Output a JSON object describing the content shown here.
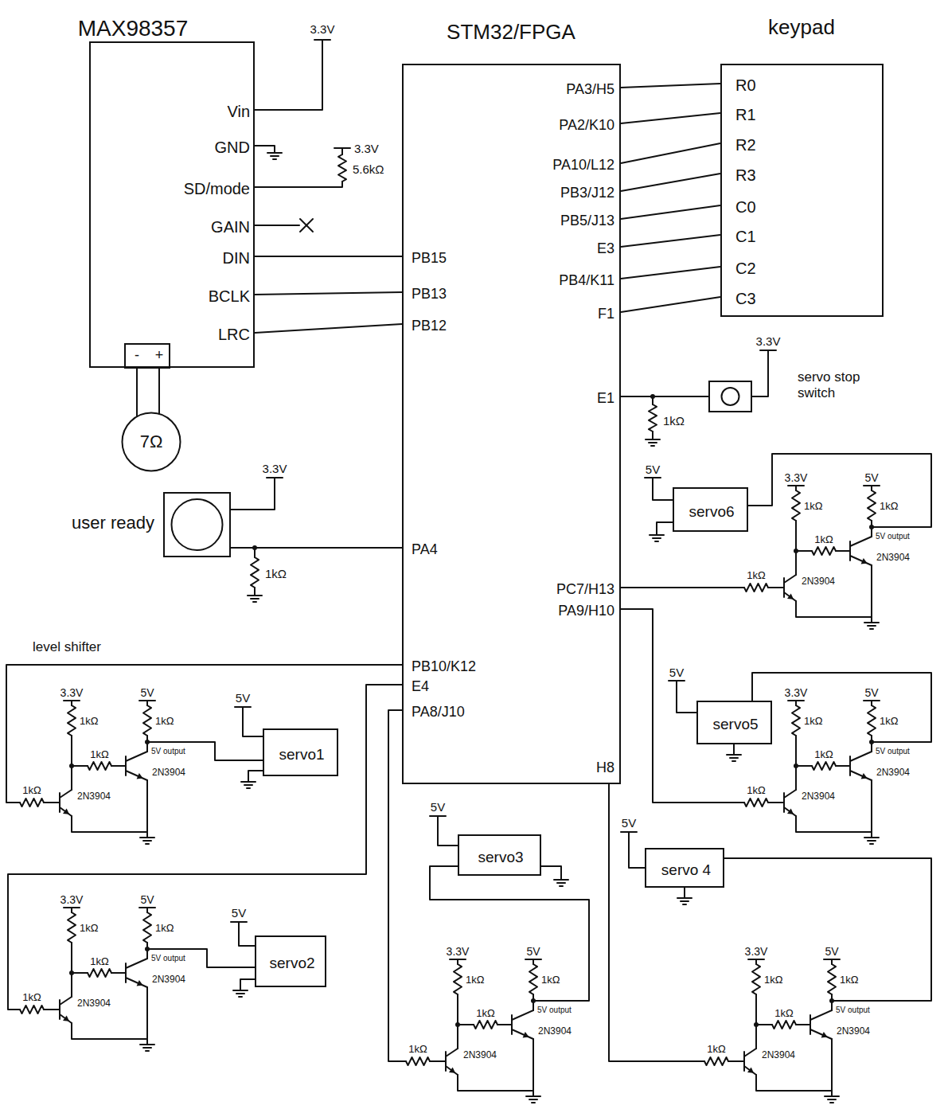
{
  "diagram": {
    "nodes": [
      {
        "text": [
          "MAX98357",
          "Vin",
          "GND",
          "SD/mode",
          "GAIN",
          "DIN",
          "BCLK",
          "LRC"
        ]
      },
      {
        "text": [
          "STM32/FPGA",
          "PA3/H5",
          "PA2/K10",
          "PA10/L12",
          "PB3/J12",
          "PB5/J13",
          "E3",
          "PB4/K11",
          "F1",
          "PB15",
          "PB13",
          "PB12",
          "E1",
          "PA4",
          "PC7/H13",
          "PA9/H10",
          "PB10/K12",
          "E4",
          "PA8/J10",
          "H8"
        ]
      },
      {
        "text": [
          "keypad",
          "R0",
          "R1",
          "R2",
          "R3",
          "C0",
          "C1",
          "C2",
          "C3"
        ]
      },
      {
        "text": [
          "7Ω"
        ]
      },
      {
        "text": [
          "servo stop switch"
        ]
      },
      {
        "text": [
          "servo6"
        ]
      },
      {
        "text": [
          "user ready"
        ]
      },
      {
        "text": [
          "servo5"
        ]
      },
      {
        "text": [
          "servo1"
        ]
      },
      {
        "text": [
          "servo3"
        ]
      },
      {
        "text": [
          "servo 4"
        ]
      },
      {
        "text": [
          "servo2"
        ]
      }
    ],
    "edges": [
      {
        "from": 0,
        "to": 1,
        "arrow": "none"
      },
      {
        "from": 0,
        "to": 1,
        "arrow": "none"
      },
      {
        "from": 0,
        "to": 1,
        "arrow": "none"
      },
      {
        "from": 1,
        "to": 2,
        "arrow": "none"
      },
      {
        "from": 1,
        "to": 2,
        "arrow": "none"
      },
      {
        "from": 1,
        "to": 2,
        "arrow": "none"
      },
      {
        "from": 1,
        "to": 2,
        "arrow": "none"
      },
      {
        "from": 1,
        "to": 2,
        "arrow": "none"
      },
      {
        "from": 1,
        "to": 2,
        "arrow": "none"
      },
      {
        "from": 1,
        "to": 2,
        "arrow": "none"
      },
      {
        "from": 1,
        "to": 2,
        "arrow": "none"
      },
      {
        "from": 0,
        "to": 3,
        "arrow": "none"
      },
      {
        "from": 6,
        "to": 1,
        "arrow": "none"
      },
      {
        "from": 1,
        "to": 4,
        "arrow": "none"
      }
    ],
    "labels": [
      "3.3V",
      "3.3V",
      "5.6kΩ",
      "-",
      "+",
      "3.3V",
      "1kΩ",
      "level shifter",
      "3.3V",
      "1kΩ",
      "5V",
      "5V",
      "5V",
      "5V",
      "5V",
      "5V",
      "3.3V",
      "5V",
      "1kΩ",
      "1kΩ",
      "1kΩ",
      "5V output",
      "2N3904",
      "1kΩ",
      "2N3904",
      "3.3V",
      "5V",
      "1kΩ",
      "1kΩ",
      "1kΩ",
      "5V output",
      "2N3904",
      "1kΩ",
      "2N3904",
      "3.3V",
      "5V",
      "1kΩ",
      "1kΩ",
      "1kΩ",
      "5V output",
      "2N3904",
      "1kΩ",
      "2N3904",
      "3.3V",
      "5V",
      "1kΩ",
      "1kΩ",
      "1kΩ",
      "5V output",
      "2N3904",
      "1kΩ",
      "2N3904",
      "3.3V",
      "5V",
      "1kΩ",
      "1kΩ",
      "1kΩ",
      "5V output",
      "2N3904",
      "1kΩ",
      "2N3904",
      "3.3V",
      "5V",
      "1kΩ",
      "1kΩ",
      "1kΩ",
      "5V output",
      "2N3904",
      "1kΩ",
      "2N3904"
    ]
  }
}
